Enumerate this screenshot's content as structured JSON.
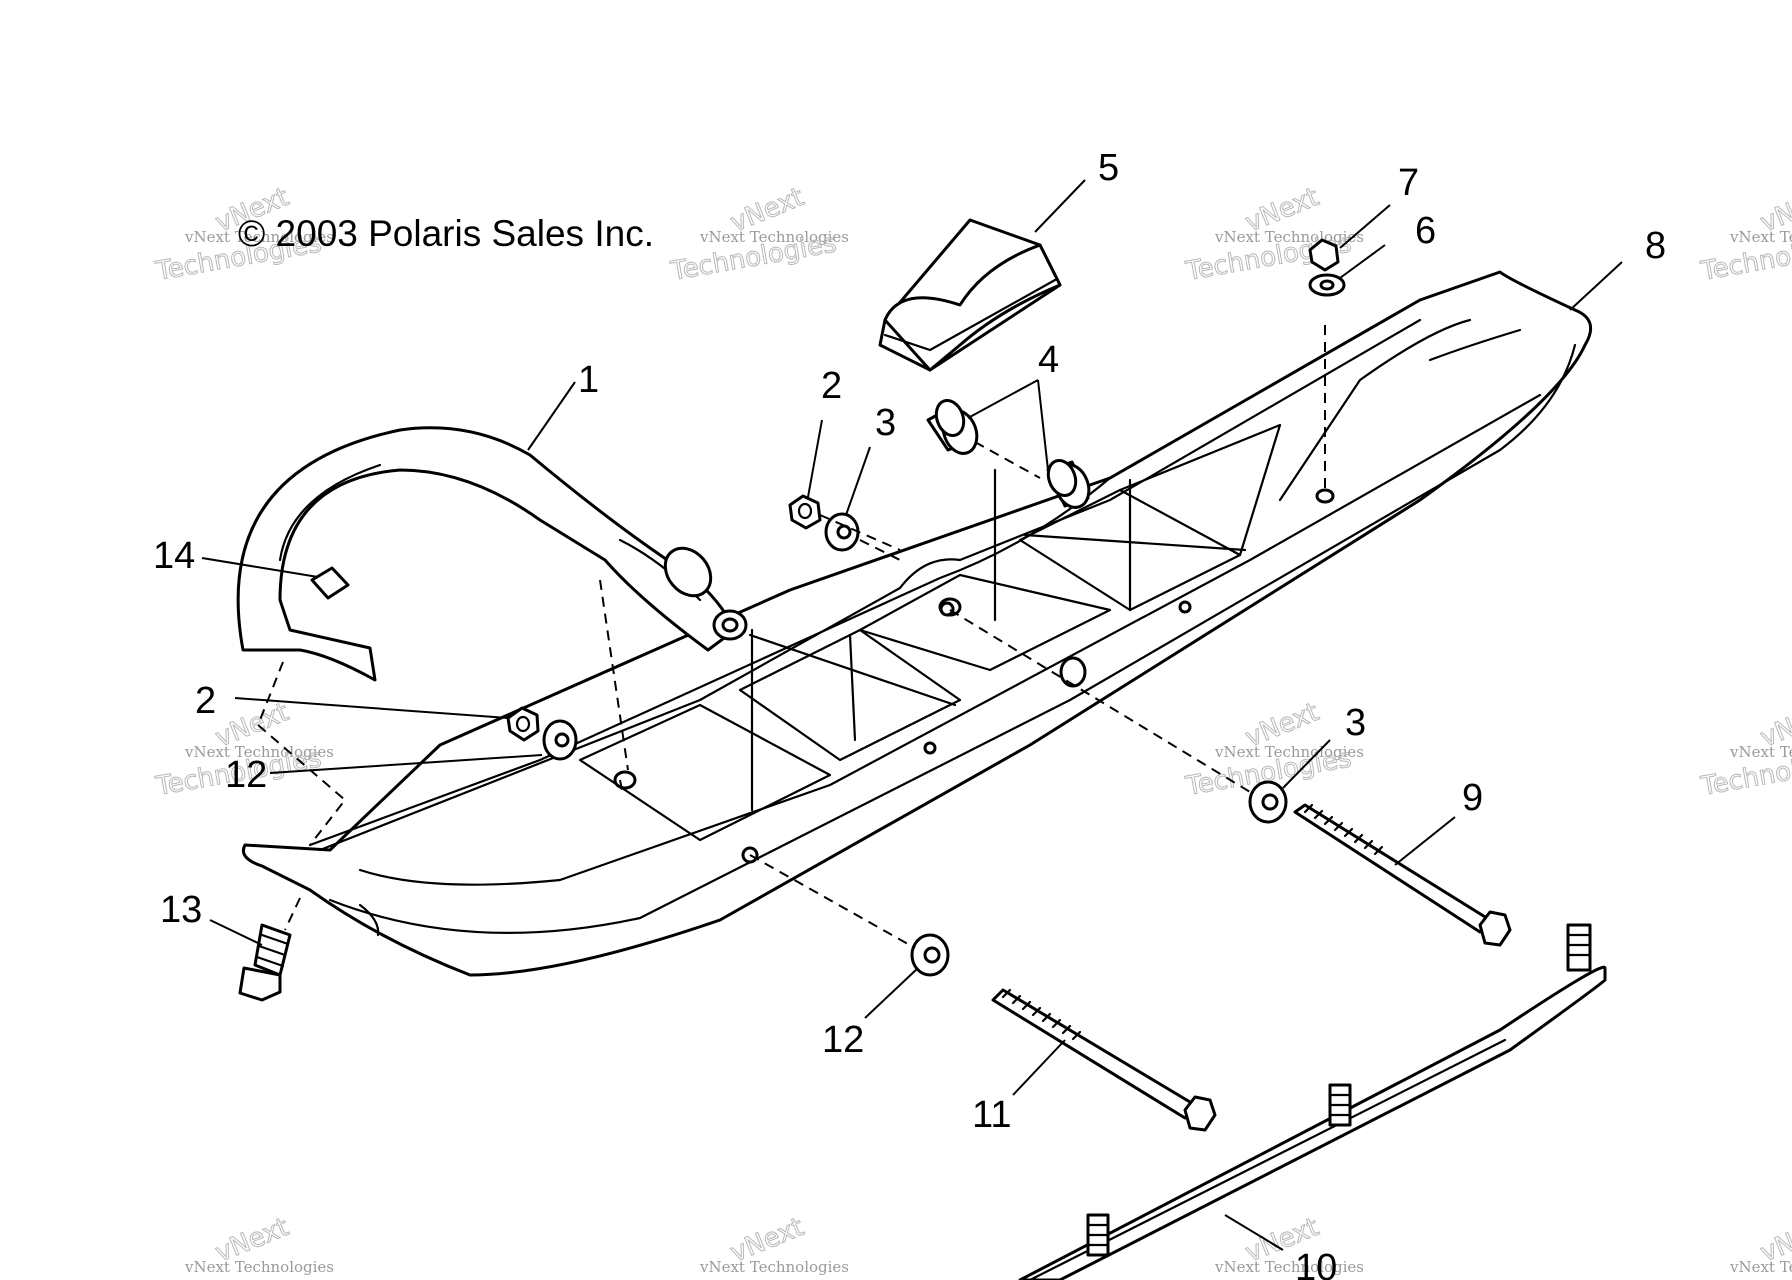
{
  "copyright": "© 2003 Polaris Sales Inc.",
  "watermark": {
    "line1": "vNext",
    "line2": "vNext Technologies",
    "line3": "Technologies"
  },
  "callouts": {
    "c1": "1",
    "c2a": "2",
    "c2b": "2",
    "c3a": "3",
    "c3b": "3",
    "c4": "4",
    "c5": "5",
    "c6": "6",
    "c7": "7",
    "c8": "8",
    "c9": "9",
    "c10": "10",
    "c11": "11",
    "c12a": "12",
    "c12b": "12",
    "c13": "13",
    "c14": "14"
  }
}
